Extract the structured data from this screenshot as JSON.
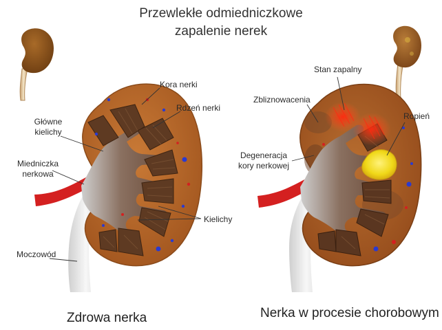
{
  "title": {
    "line1": "Przewlekłe odmiedniczkowe",
    "line2": "zapalenie nerek"
  },
  "healthy": {
    "caption": "Zdrowa nerka",
    "labels": {
      "kora": "Kora nerki",
      "rdzen": "Rdzeń nerki",
      "glowne_line1": "Główne",
      "glowne_line2": "kielichy",
      "miedniczka_line1": "Miedniczka",
      "miedniczka_line2": "nerkowa",
      "kielichy": "Kielichy",
      "moczowod": "Moczowód"
    }
  },
  "diseased": {
    "caption": "Nerka w procesie chorobowym",
    "labels": {
      "stan": "Stan zapalny",
      "zbliznowacenia": "Zbliznowacenia",
      "ropien": "Ropień",
      "degeneracja_line1": "Degeneracja",
      "degeneracja_line2": "kory nerkowej"
    }
  },
  "colors": {
    "cortex": "#b8682a",
    "medulla": "#5e3a22",
    "pelvis": "#7a5a48",
    "artery": "#d42020",
    "ureter": "#e6e6e6",
    "inflammation": "#ff3a20",
    "abscess": "#f2e020"
  }
}
